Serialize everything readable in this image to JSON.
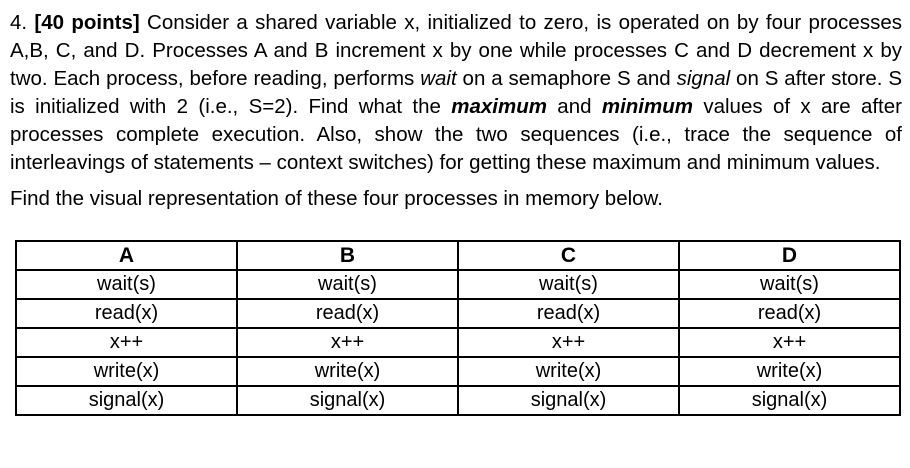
{
  "colors": {
    "text": "#000000",
    "border": "#000000",
    "background": "#ffffff"
  },
  "question": {
    "segments": [
      {
        "text": "4. ",
        "style": "normal"
      },
      {
        "text": "[40 points]",
        "style": "bold"
      },
      {
        "text": " Consider a shared variable x, initialized to zero, is operated on by four processes A,B, C, and D. Processes A and B increment x by one while processes C and D decrement x by two. Each process, before reading, performs ",
        "style": "normal"
      },
      {
        "text": "wait",
        "style": "italic"
      },
      {
        "text": " on a semaphore S and ",
        "style": "normal"
      },
      {
        "text": "signal",
        "style": "italic"
      },
      {
        "text": " on S after store. S is initialized with 2 (i.e., S=2). Find what the ",
        "style": "normal"
      },
      {
        "text": "maximum",
        "style": "bold-italic"
      },
      {
        "text": " and ",
        "style": "normal"
      },
      {
        "text": "minimum",
        "style": "bold-italic"
      },
      {
        "text": " values of x are after processes complete execution. Also, show the two sequences (i.e., trace the sequence of interleavings of statements – context switches) for getting these maximum and minimum values.",
        "style": "normal"
      }
    ]
  },
  "instruction": "Find the visual representation of these four processes in memory below.",
  "table": {
    "headers": [
      "A",
      "B",
      "C",
      "D"
    ],
    "rows": [
      [
        "wait(s)",
        "wait(s)",
        "wait(s)",
        "wait(s)"
      ],
      [
        "read(x)",
        "read(x)",
        "read(x)",
        "read(x)"
      ],
      [
        "x++",
        "x++",
        "x++",
        "x++"
      ],
      [
        "write(x)",
        "write(x)",
        "write(x)",
        "write(x)"
      ],
      [
        "signal(x)",
        "signal(x)",
        "signal(x)",
        "signal(x)"
      ]
    ]
  }
}
